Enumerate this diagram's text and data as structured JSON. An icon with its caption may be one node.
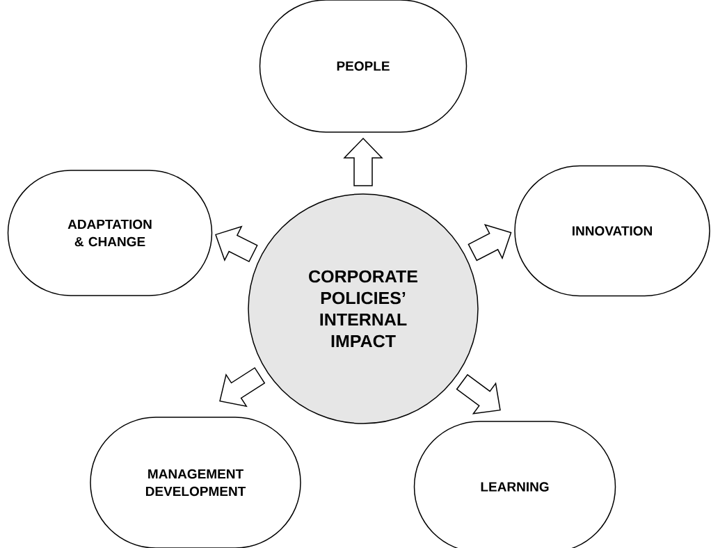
{
  "diagram": {
    "nodes": [
      {
        "text": [
          "CORPORATE POLICIES’ INTERNAL IMPACT"
        ]
      },
      {
        "text": [
          "PEOPLE"
        ]
      },
      {
        "text": [
          "ADAPTATION & CHANGE"
        ]
      },
      {
        "text": [
          "INNOVATION"
        ]
      },
      {
        "text": [
          "MANAGEMENT DEVELOPMENT"
        ]
      },
      {
        "text": [
          "LEARNING"
        ]
      }
    ],
    "edges": [
      {
        "from": 0,
        "to": 1,
        "arrow": "to"
      },
      {
        "from": 0,
        "to": 2,
        "arrow": "to"
      },
      {
        "from": 0,
        "to": 3,
        "arrow": "to"
      },
      {
        "from": 0,
        "to": 4,
        "arrow": "to"
      },
      {
        "from": 0,
        "to": 5,
        "arrow": "to"
      }
    ]
  }
}
